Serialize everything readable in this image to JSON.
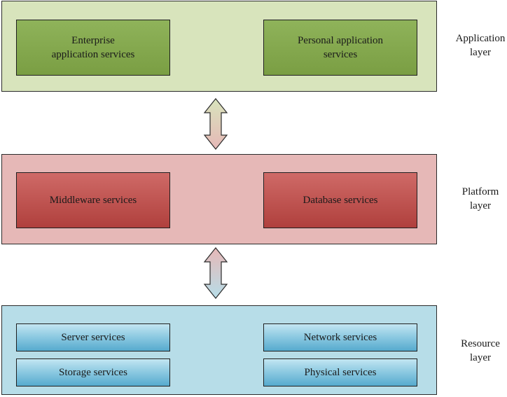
{
  "layers": {
    "application": {
      "label": "Application\nlayer",
      "services": [
        "Enterprise\napplication services",
        "Personal application\nservices"
      ],
      "color": "#d8e4bc"
    },
    "platform": {
      "label": "Platform\nlayer",
      "services": [
        "Middleware services",
        "Database services"
      ],
      "color": "#e6b8b7"
    },
    "resource": {
      "label": "Resource\nlayer",
      "services": [
        "Server services",
        "Network services",
        "Storage services",
        "Physical services"
      ],
      "color": "#b7dde8"
    }
  },
  "arrows": [
    {
      "from": "application",
      "to": "platform",
      "icon": "double-arrow-icon"
    },
    {
      "from": "platform",
      "to": "resource",
      "icon": "double-arrow-icon"
    }
  ]
}
